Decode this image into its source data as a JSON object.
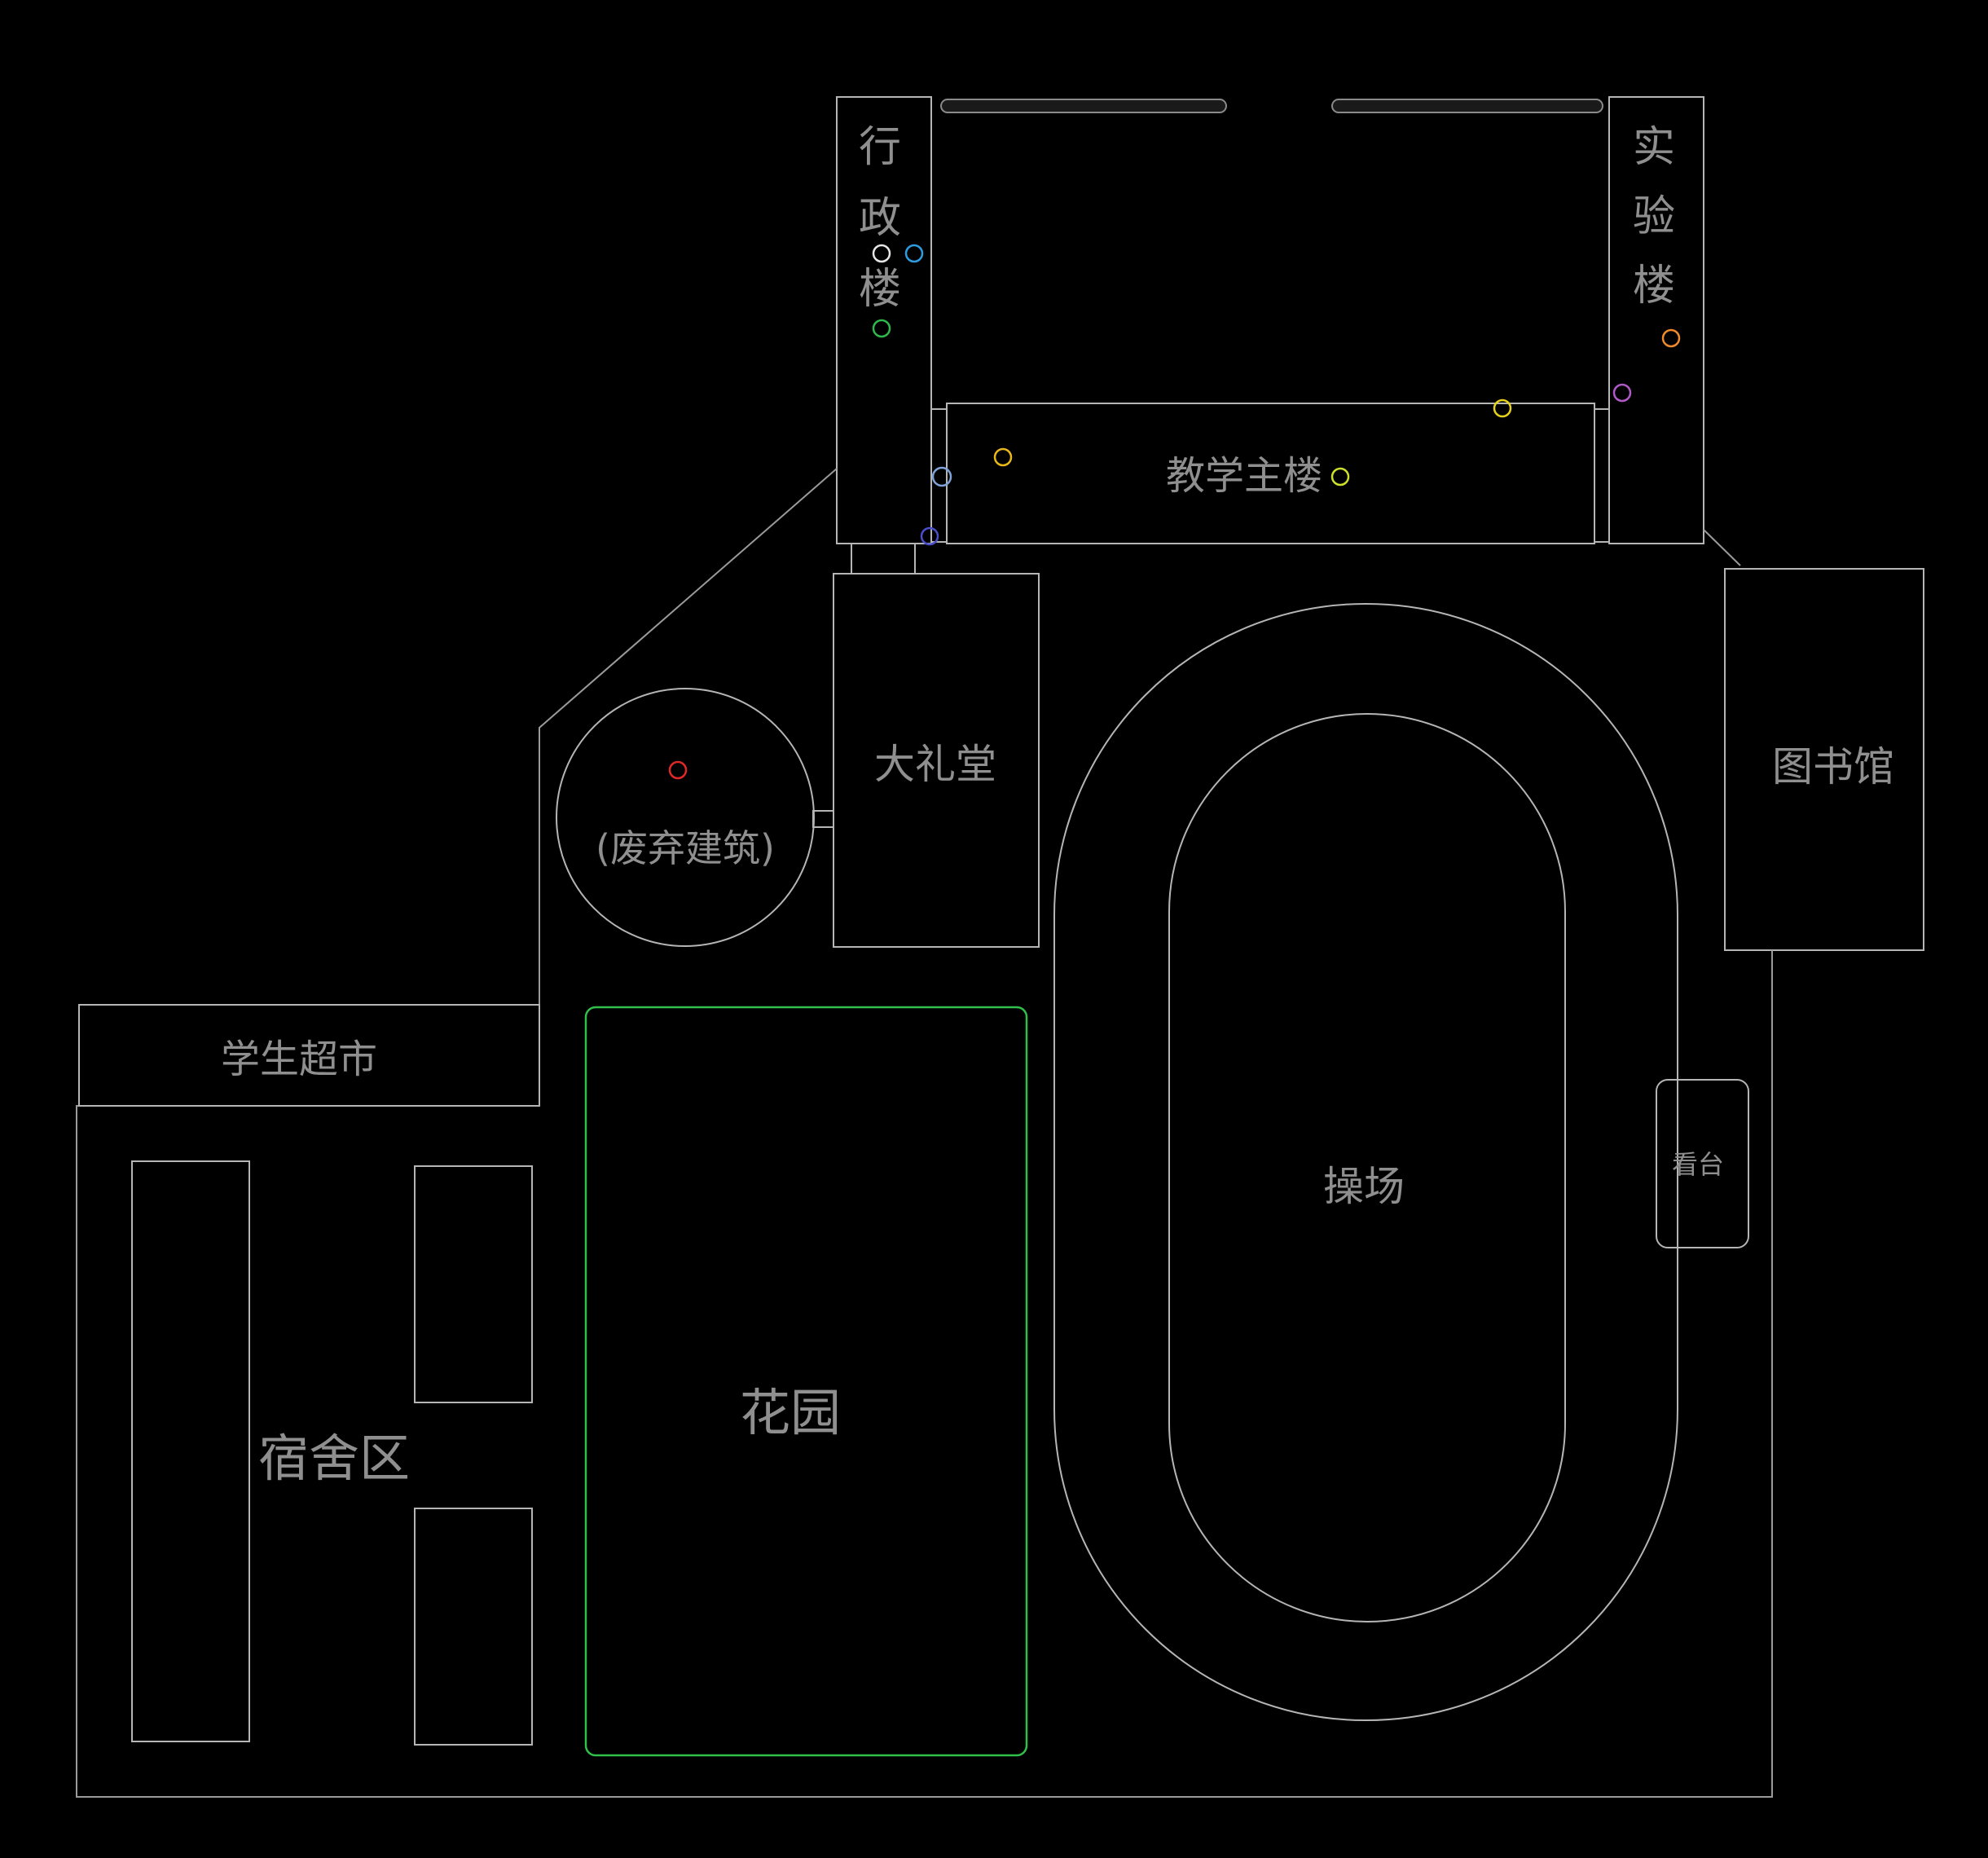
{
  "map": {
    "labels": {
      "admin_1": "行",
      "admin_2": "政",
      "admin_3": "楼",
      "lab_1": "实",
      "lab_2": "验",
      "lab_3": "楼",
      "teaching": "教学主楼",
      "auditorium": "大礼堂",
      "library": "图书馆",
      "abandoned": "(废弃建筑)",
      "market": "学生超市",
      "dorm": "宿舍区",
      "garden": "花园",
      "field": "操场",
      "stand": "看台"
    },
    "colors": {
      "background": "#000000",
      "outline": "#b5b5b5",
      "label": "#8f8f8f",
      "garden": "#2fbf4a"
    },
    "markers": [
      {
        "name": "marker-white",
        "color": "#e6e6e6"
      },
      {
        "name": "marker-sky-blue",
        "color": "#2f9be0"
      },
      {
        "name": "marker-green",
        "color": "#2db84b"
      },
      {
        "name": "marker-orange",
        "color": "#f08a2c"
      },
      {
        "name": "marker-violet",
        "color": "#b05ac8"
      },
      {
        "name": "marker-yellow",
        "color": "#e6d21a"
      },
      {
        "name": "marker-yellow-green",
        "color": "#cde02a"
      },
      {
        "name": "marker-amber",
        "color": "#e8b81a"
      },
      {
        "name": "marker-steel-blue",
        "color": "#7fa3d8"
      },
      {
        "name": "marker-navy",
        "color": "#4a4ec8"
      },
      {
        "name": "marker-red",
        "color": "#e02828"
      }
    ]
  }
}
